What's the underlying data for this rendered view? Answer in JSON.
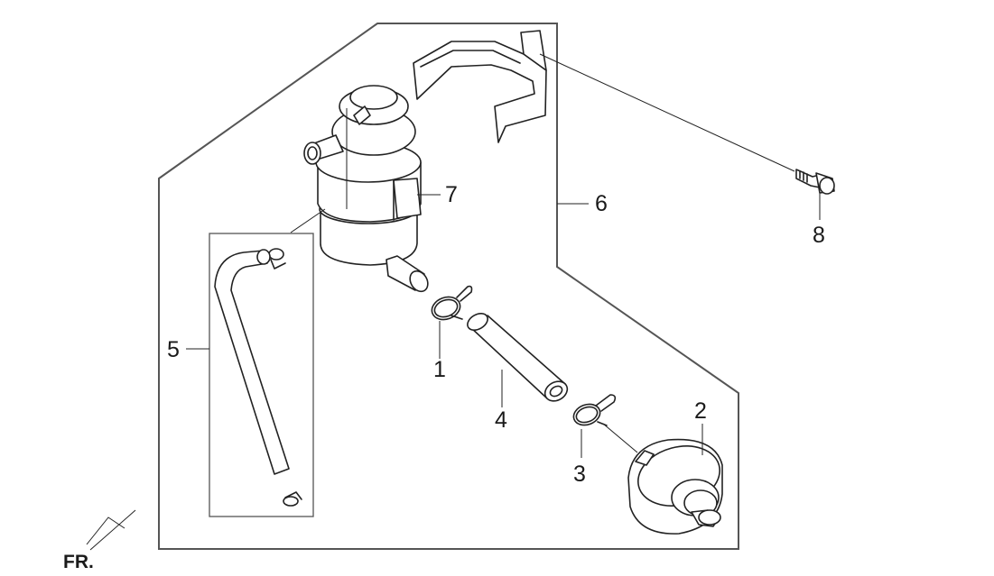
{
  "diagram": {
    "callouts": [
      {
        "id": "1",
        "label": "1"
      },
      {
        "id": "2",
        "label": "2"
      },
      {
        "id": "3",
        "label": "3"
      },
      {
        "id": "4",
        "label": "4"
      },
      {
        "id": "5",
        "label": "5"
      },
      {
        "id": "6",
        "label": "6"
      },
      {
        "id": "7",
        "label": "7"
      },
      {
        "id": "8",
        "label": "8"
      }
    ],
    "direction_label": "FR."
  }
}
